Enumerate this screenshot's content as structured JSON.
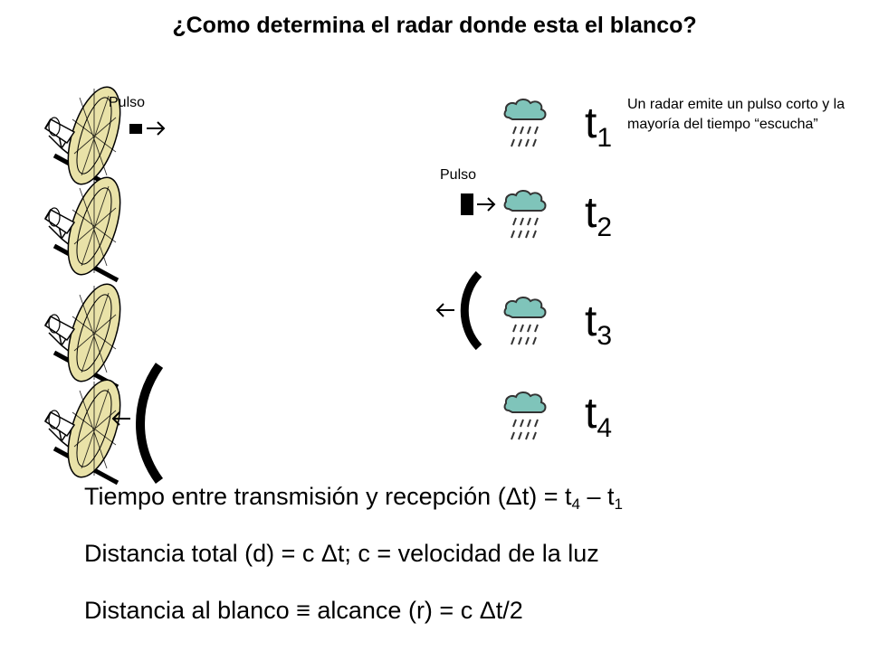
{
  "title": "¿Como determina el radar donde esta el blanco?",
  "pulse_label_1": "Pulso",
  "pulse_label_2": "Pulso",
  "description": "Un radar emite un pulso corto y la mayoría del tiempo “escucha”",
  "times": [
    {
      "base": "t",
      "sub": "1"
    },
    {
      "base": "t",
      "sub": "2"
    },
    {
      "base": "t",
      "sub": "3"
    },
    {
      "base": "t",
      "sub": "4"
    }
  ],
  "equations": {
    "eq1_pre": "Tiempo entre transmisión y recepción (Δt) = t",
    "eq1_sub_a": "4",
    "eq1_mid": " – t",
    "eq1_sub_b": "1",
    "eq2": "Distancia total (d) = c Δt; c = velocidad de la luz",
    "eq3": "Distancia al blanco ≡ alcance (r) = c Δt/2"
  },
  "icons": {
    "antenna": "radar-dish-icon",
    "target": "rain-cloud-icon",
    "pulse": "pulse-block",
    "echo": "echo-arc"
  },
  "colors": {
    "dish_fill": "#e9e2a8",
    "cloud_fill": "#7fc4ba",
    "rain": "#333333"
  }
}
